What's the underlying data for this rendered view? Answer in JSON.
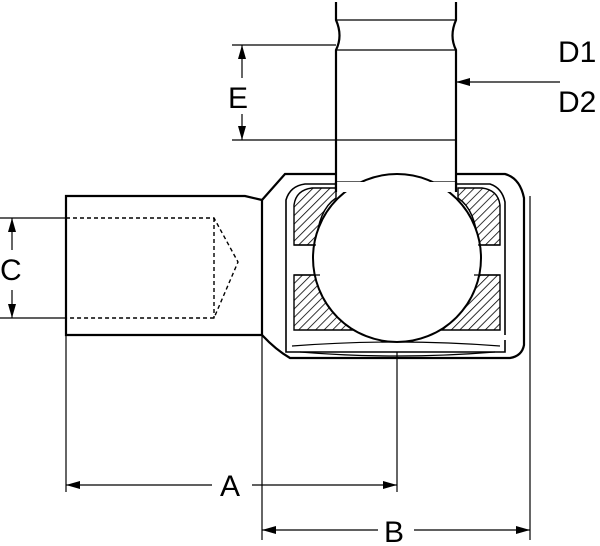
{
  "labels": {
    "a": "A",
    "b": "B",
    "c": "C",
    "d1": "D1",
    "d2": "D2",
    "e": "E"
  }
}
